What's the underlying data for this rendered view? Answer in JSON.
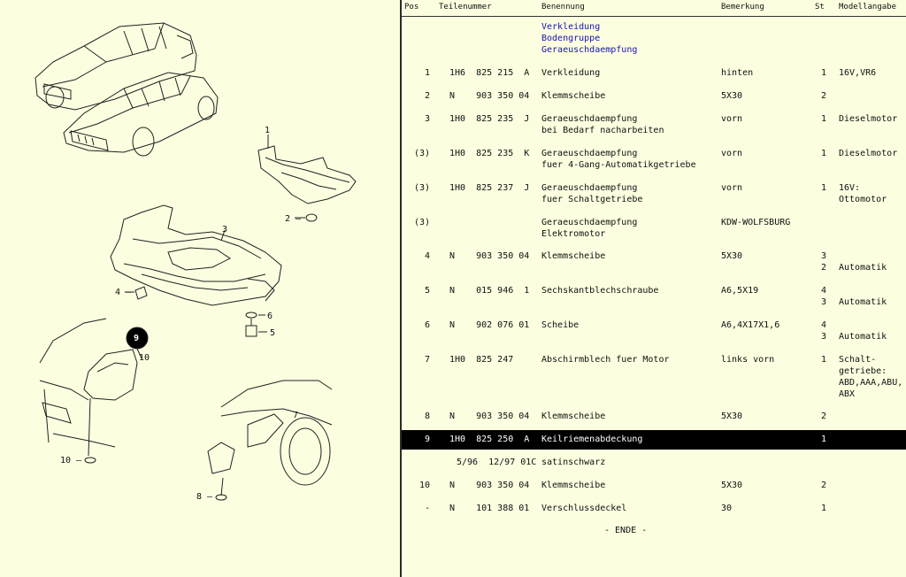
{
  "header": {
    "pos": "Pos",
    "partnumber": "Teilenummer",
    "designation": "Benennung",
    "remark": "Bemerkung",
    "qty": "St",
    "model": "Modellangabe"
  },
  "group_title": [
    "Verkleidung",
    "Bodengruppe",
    "Geraeuschdaempfung"
  ],
  "rows": [
    {
      "pos": "1",
      "pn": "1H6  825 215  A",
      "name": [
        "Verkleidung"
      ],
      "remark": "hinten",
      "qty": [
        "1"
      ],
      "model": [
        "16V,VR6"
      ]
    },
    {
      "pos": "2",
      "pn": "N    903 350 04",
      "name": [
        "Klemmscheibe"
      ],
      "remark": "5X30",
      "qty": [
        "2"
      ],
      "model": []
    },
    {
      "pos": "3",
      "pn": "1H0  825 235  J",
      "name": [
        "Geraeuschdaempfung",
        "bei Bedarf nacharbeiten"
      ],
      "remark": "vorn",
      "qty": [
        "1"
      ],
      "model": [
        "Dieselmotor"
      ]
    },
    {
      "pos": "(3)",
      "pn": "1H0  825 235  K",
      "name": [
        "Geraeuschdaempfung",
        "fuer 4-Gang-Automatikgetriebe"
      ],
      "remark": "vorn",
      "qty": [
        "1"
      ],
      "model": [
        "Dieselmotor"
      ]
    },
    {
      "pos": "(3)",
      "pn": "1H0  825 237  J",
      "name": [
        "Geraeuschdaempfung",
        "fuer Schaltgetriebe"
      ],
      "remark": "vorn",
      "qty": [
        "1"
      ],
      "model": [
        "16V:",
        "Ottomotor"
      ]
    },
    {
      "pos": "(3)",
      "pn": "",
      "name": [
        "Geraeuschdaempfung",
        "Elektromotor"
      ],
      "remark": "KDW-WOLFSBURG",
      "qty": [],
      "model": []
    },
    {
      "pos": "4",
      "pn": "N    903 350 04",
      "name": [
        "Klemmscheibe"
      ],
      "remark": "5X30",
      "qty": [
        "3",
        "2"
      ],
      "model": [
        "",
        "Automatik"
      ]
    },
    {
      "pos": "5",
      "pn": "N    015 946  1",
      "name": [
        "Sechskantblechschraube"
      ],
      "remark": "A6,5X19",
      "qty": [
        "4",
        "3"
      ],
      "model": [
        "",
        "Automatik"
      ]
    },
    {
      "pos": "6",
      "pn": "N    902 076 01",
      "name": [
        "Scheibe"
      ],
      "remark": "A6,4X17X1,6",
      "qty": [
        "4",
        "3"
      ],
      "model": [
        "",
        "Automatik"
      ]
    },
    {
      "pos": "7",
      "pn": "1H0  825 247",
      "name": [
        "Abschirmblech fuer Motor"
      ],
      "remark": "links vorn",
      "qty": [
        "1"
      ],
      "model": [
        "Schalt-",
        "getriebe:",
        "ABD,AAA,ABU,",
        "ABX"
      ]
    },
    {
      "pos": "8",
      "pn": "N    903 350 04",
      "name": [
        "Klemmscheibe"
      ],
      "remark": "5X30",
      "qty": [
        "2"
      ],
      "model": []
    },
    {
      "pos": "9",
      "pn": "1H0  825 250  A",
      "name": [
        "Keilriemenabdeckung"
      ],
      "remark": "",
      "qty": [
        "1"
      ],
      "model": [],
      "selected": true,
      "sub": {
        "pn": "5/96  12/97 01C",
        "name": "satinschwarz"
      }
    },
    {
      "pos": "10",
      "pn": "N    903 350 04",
      "name": [
        "Klemmscheibe"
      ],
      "remark": "5X30",
      "qty": [
        "2"
      ],
      "model": []
    },
    {
      "pos": "-",
      "pn": "N    101 388 01",
      "name": [
        "Verschlussdeckel"
      ],
      "remark": "30",
      "qty": [
        "1"
      ],
      "model": []
    }
  ],
  "end_label": "- ENDE -"
}
